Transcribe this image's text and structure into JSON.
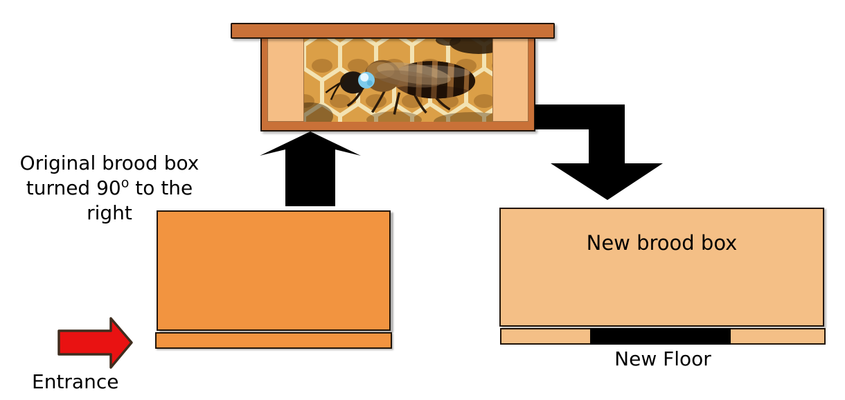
{
  "labels": {
    "original": {
      "line1": "Original brood box",
      "line2_pre": "turned 90",
      "line2_sup": "o",
      "line2_post": " to the",
      "line3": "right"
    },
    "entrance": "Entrance",
    "new_brood_box": "New brood box",
    "new_floor": "New Floor"
  },
  "icons": {
    "up_arrow": "black block arrow pointing up",
    "bent_arrow": "black block arrow going right then down",
    "entrance_arrow": "red block arrow pointing right",
    "photo": "marked queen bee on honeycomb frame"
  },
  "colors": {
    "wood_brown": "#C97138",
    "outline_dark": "#201409",
    "panel_orange": "#F5BE85",
    "box_orange": "#F29440",
    "tan_orange": "#F4BF86",
    "arrow_black": "#000000",
    "entrance_red": "#E91212",
    "entrance_outline": "#3F2D1E",
    "honeycomb_cell": "#DB9F47",
    "honeycomb_wall": "#F3E3B3",
    "honeycomb_bg": "#E9CD8D",
    "bee_mark_blue": "#7ECBEC",
    "page_bg": "#FFFFFF"
  }
}
